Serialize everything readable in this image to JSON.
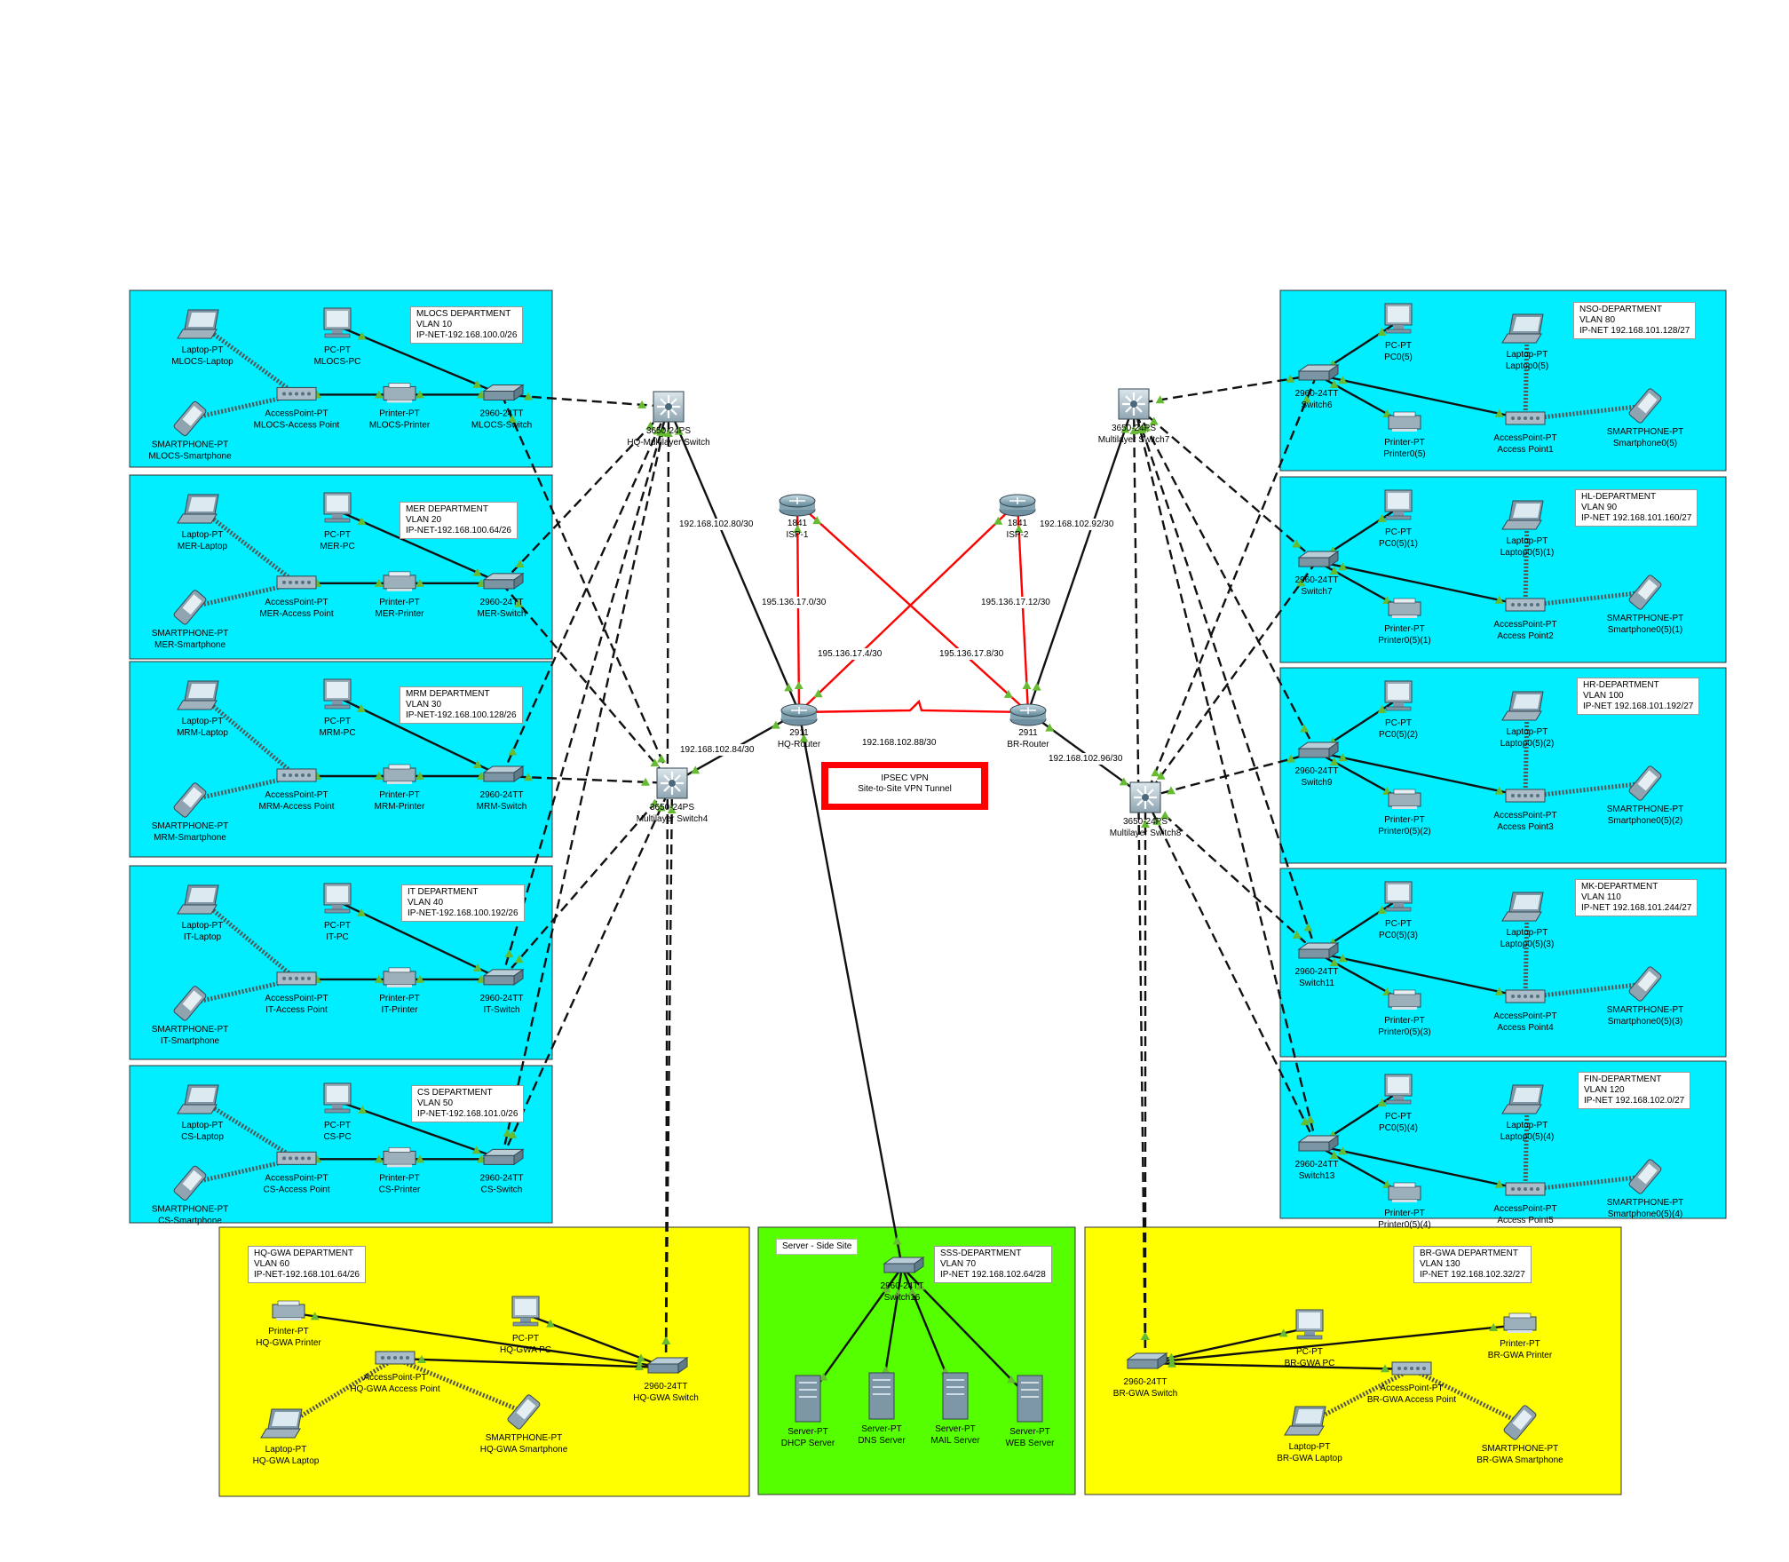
{
  "departments": [
    {
      "id": "mlocs",
      "title": "MLOCS DEPARTMENT",
      "vlan": "VLAN 10",
      "ipnet": "IP-NET-192.168.100.0/26",
      "labels": {
        "laptop": [
          "Laptop-PT",
          "MLOCS-Laptop"
        ],
        "pc": [
          "PC-PT",
          "MLOCS-PC"
        ],
        "phone": [
          "SMARTPHONE-PT",
          "MLOCS-Smartphone"
        ],
        "ap": [
          "AccessPoint-PT",
          "MLOCS-Access Point"
        ],
        "printer": [
          "Printer-PT",
          "MLOCS-Printer"
        ],
        "switch": [
          "2960-24TT",
          "MLOCS-Switch"
        ]
      }
    },
    {
      "id": "mer",
      "title": "MER DEPARTMENT",
      "vlan": "VLAN 20",
      "ipnet": "IP-NET-192.168.100.64/26",
      "labels": {
        "laptop": [
          "Laptop-PT",
          "MER-Laptop"
        ],
        "pc": [
          "PC-PT",
          "MER-PC"
        ],
        "phone": [
          "SMARTPHONE-PT",
          "MER-Smartphone"
        ],
        "ap": [
          "AccessPoint-PT",
          "MER-Access Point"
        ],
        "printer": [
          "Printer-PT",
          "MER-Printer"
        ],
        "switch": [
          "2960-24TT",
          "MER-Switch"
        ]
      }
    },
    {
      "id": "mrm",
      "title": "MRM DEPARTMENT",
      "vlan": "VLAN 30",
      "ipnet": "IP-NET-192.168.100.128/26",
      "labels": {
        "laptop": [
          "Laptop-PT",
          "MRM-Laptop"
        ],
        "pc": [
          "PC-PT",
          "MRM-PC"
        ],
        "phone": [
          "SMARTPHONE-PT",
          "MRM-Smartphone"
        ],
        "ap": [
          "AccessPoint-PT",
          "MRM-Access Point"
        ],
        "printer": [
          "Printer-PT",
          "MRM-Printer"
        ],
        "switch": [
          "2960-24TT",
          "MRM-Switch"
        ]
      }
    },
    {
      "id": "it",
      "title": "IT DEPARTMENT",
      "vlan": "VLAN 40",
      "ipnet": "IP-NET-192.168.100.192/26",
      "labels": {
        "laptop": [
          "Laptop-PT",
          "IT-Laptop"
        ],
        "pc": [
          "PC-PT",
          "IT-PC"
        ],
        "phone": [
          "SMARTPHONE-PT",
          "IT-Smartphone"
        ],
        "ap": [
          "AccessPoint-PT",
          "IT-Access Point"
        ],
        "printer": [
          "Printer-PT",
          "IT-Printer"
        ],
        "switch": [
          "2960-24TT",
          "IT-Switch"
        ]
      }
    },
    {
      "id": "cs",
      "title": "CS DEPARTMENT",
      "vlan": "VLAN 50",
      "ipnet": "IP-NET-192.168.101.0/26",
      "labels": {
        "laptop": [
          "Laptop-PT",
          "CS-Laptop"
        ],
        "pc": [
          "PC-PT",
          "CS-PC"
        ],
        "phone": [
          "SMARTPHONE-PT",
          "CS-Smartphone"
        ],
        "ap": [
          "AccessPoint-PT",
          "CS-Access Point"
        ],
        "printer": [
          "Printer-PT",
          "CS-Printer"
        ],
        "switch": [
          "2960-24TT",
          "CS-Switch"
        ]
      }
    },
    {
      "id": "nso",
      "title": "NSO-DEPARTMENT",
      "vlan": "VLAN 80",
      "ipnet": "IP-NET 192.168.101.128/27",
      "labels": {
        "laptop": [
          "Laptop-PT",
          "Laptop0(5)"
        ],
        "pc": [
          "PC-PT",
          "PC0(5)"
        ],
        "phone": [
          "SMARTPHONE-PT",
          "Smartphone0(5)"
        ],
        "ap": [
          "AccessPoint-PT",
          "Access Point1"
        ],
        "printer": [
          "Printer-PT",
          "Printer0(5)"
        ],
        "switch": [
          "2960-24TT",
          "Switch6"
        ]
      }
    },
    {
      "id": "hl",
      "title": "HL-DEPARTMENT",
      "vlan": "VLAN 90",
      "ipnet": "IP-NET 192.168.101.160/27",
      "labels": {
        "laptop": [
          "Laptop-PT",
          "Laptop0(5)(1)"
        ],
        "pc": [
          "PC-PT",
          "PC0(5)(1)"
        ],
        "phone": [
          "SMARTPHONE-PT",
          "Smartphone0(5)(1)"
        ],
        "ap": [
          "AccessPoint-PT",
          "Access Point2"
        ],
        "printer": [
          "Printer-PT",
          "Printer0(5)(1)"
        ],
        "switch": [
          "2960-24TT",
          "Switch7"
        ]
      }
    },
    {
      "id": "hr",
      "title": "HR-DEPARTMENT",
      "vlan": "VLAN 100",
      "ipnet": "IP-NET 192.168.101.192/27",
      "labels": {
        "laptop": [
          "Laptop-PT",
          "Laptop0(5)(2)"
        ],
        "pc": [
          "PC-PT",
          "PC0(5)(2)"
        ],
        "phone": [
          "SMARTPHONE-PT",
          "Smartphone0(5)(2)"
        ],
        "ap": [
          "AccessPoint-PT",
          "Access Point3"
        ],
        "printer": [
          "Printer-PT",
          "Printer0(5)(2)"
        ],
        "switch": [
          "2960-24TT",
          "Switch9"
        ]
      }
    },
    {
      "id": "mk",
      "title": "MK-DEPARTMENT",
      "vlan": "VLAN 110",
      "ipnet": "IP-NET 192.168.101.244/27",
      "labels": {
        "laptop": [
          "Laptop-PT",
          "Laptop0(5)(3)"
        ],
        "pc": [
          "PC-PT",
          "PC0(5)(3)"
        ],
        "phone": [
          "SMARTPHONE-PT",
          "Smartphone0(5)(3)"
        ],
        "ap": [
          "AccessPoint-PT",
          "Access Point4"
        ],
        "printer": [
          "Printer-PT",
          "Printer0(5)(3)"
        ],
        "switch": [
          "2960-24TT",
          "Switch11"
        ]
      }
    },
    {
      "id": "fin",
      "title": "FIN-DEPARTMENT",
      "vlan": "VLAN 120",
      "ipnet": "IP-NET 192.168.102.0/27",
      "labels": {
        "laptop": [
          "Laptop-PT",
          "Laptop0(5)(4)"
        ],
        "pc": [
          "PC-PT",
          "PC0(5)(4)"
        ],
        "phone": [
          "SMARTPHONE-PT",
          "Smartphone0(5)(4)"
        ],
        "ap": [
          "AccessPoint-PT",
          "Access Point5"
        ],
        "printer": [
          "Printer-PT",
          "Printer0(5)(4)"
        ],
        "switch": [
          "2960-24TT",
          "Switch13"
        ]
      }
    },
    {
      "id": "hqgwa",
      "title": "HQ-GWA DEPARTMENT",
      "vlan": "VLAN 60",
      "ipnet": "IP-NET-192.168.101.64/26",
      "labels": {
        "laptop": [
          "Laptop-PT",
          "HQ-GWA Laptop"
        ],
        "pc": [
          "PC-PT",
          "HQ-GWA PC"
        ],
        "phone": [
          "SMARTPHONE-PT",
          "HQ-GWA Smartphone"
        ],
        "ap": [
          "AccessPoint-PT",
          "HQ-GWA Access Point"
        ],
        "printer": [
          "Printer-PT",
          "HQ-GWA Printer"
        ],
        "switch": [
          "2960-24TT",
          "HQ-GWA Switch"
        ]
      }
    },
    {
      "id": "brgwa",
      "title": "BR-GWA DEPARTMENT",
      "vlan": "VLAN 130",
      "ipnet": "IP-NET 192.168.102.32/27",
      "labels": {
        "laptop": [
          "Laptop-PT",
          "BR-GWA Laptop"
        ],
        "pc": [
          "PC-PT",
          "BR-GWA PC"
        ],
        "phone": [
          "SMARTPHONE-PT",
          "BR-GWA Smartphone"
        ],
        "ap": [
          "AccessPoint-PT",
          "BR-GWA Access Point"
        ],
        "printer": [
          "Printer-PT",
          "BR-GWA Printer"
        ],
        "switch": [
          "2960-24TT",
          "BR-GWA Switch"
        ]
      }
    }
  ],
  "server_site": {
    "area_label": "Server - Side Site",
    "title": "SSS-DEPARTMENT",
    "vlan": "VLAN 70",
    "ipnet": "IP-NET 192.168.102.64/28",
    "switch": [
      "2960-24TT",
      "Switch16"
    ],
    "servers": [
      [
        "Server-PT",
        "DHCP Server"
      ],
      [
        "Server-PT",
        "DNS Server"
      ],
      [
        "Server-PT",
        "MAIL Server"
      ],
      [
        "Server-PT",
        "WEB Server"
      ]
    ]
  },
  "core_devices": {
    "hq_ml1": [
      "3650-24PS",
      "HQ-Multilayer Switch"
    ],
    "hq_ml2": [
      "3650-24PS",
      "Multilayer Switch4"
    ],
    "br_ml1": [
      "3650-24PS",
      "Multilayer Switch7"
    ],
    "br_ml2": [
      "3650-24PS",
      "Multilayer Switch8"
    ],
    "isp1": [
      "1841",
      "ISP-1"
    ],
    "isp2": [
      "1841",
      "ISP-2"
    ],
    "hq_router": [
      "2911",
      "HQ-Router"
    ],
    "br_router": [
      "2911",
      "BR-Router"
    ]
  },
  "network_labels": {
    "hq_ml1_link": "192.168.102.80/30",
    "br_ml1_link": "192.168.102.92/30",
    "isp1_hq": "195.136.17.0/30",
    "isp2_br": "195.136.17.12/30",
    "isp2_hq": "195.136.17.4/30",
    "isp1_br": "195.136.17.8/30",
    "hq_ml2_link": "192.168.102.84/30",
    "router_link": "192.168.102.88/30",
    "br_ml2_link": "192.168.102.96/30"
  },
  "vpn": {
    "line1": "IPSEC VPN",
    "line2": "Site-to-Site VPN Tunnel"
  },
  "colors": {
    "cyan": "#00eeff",
    "yellow": "#ffff00",
    "green": "#55ff00",
    "vpn_red": "#ff0000",
    "wan_red": "#ff0000",
    "arrow": "#66bb33"
  }
}
